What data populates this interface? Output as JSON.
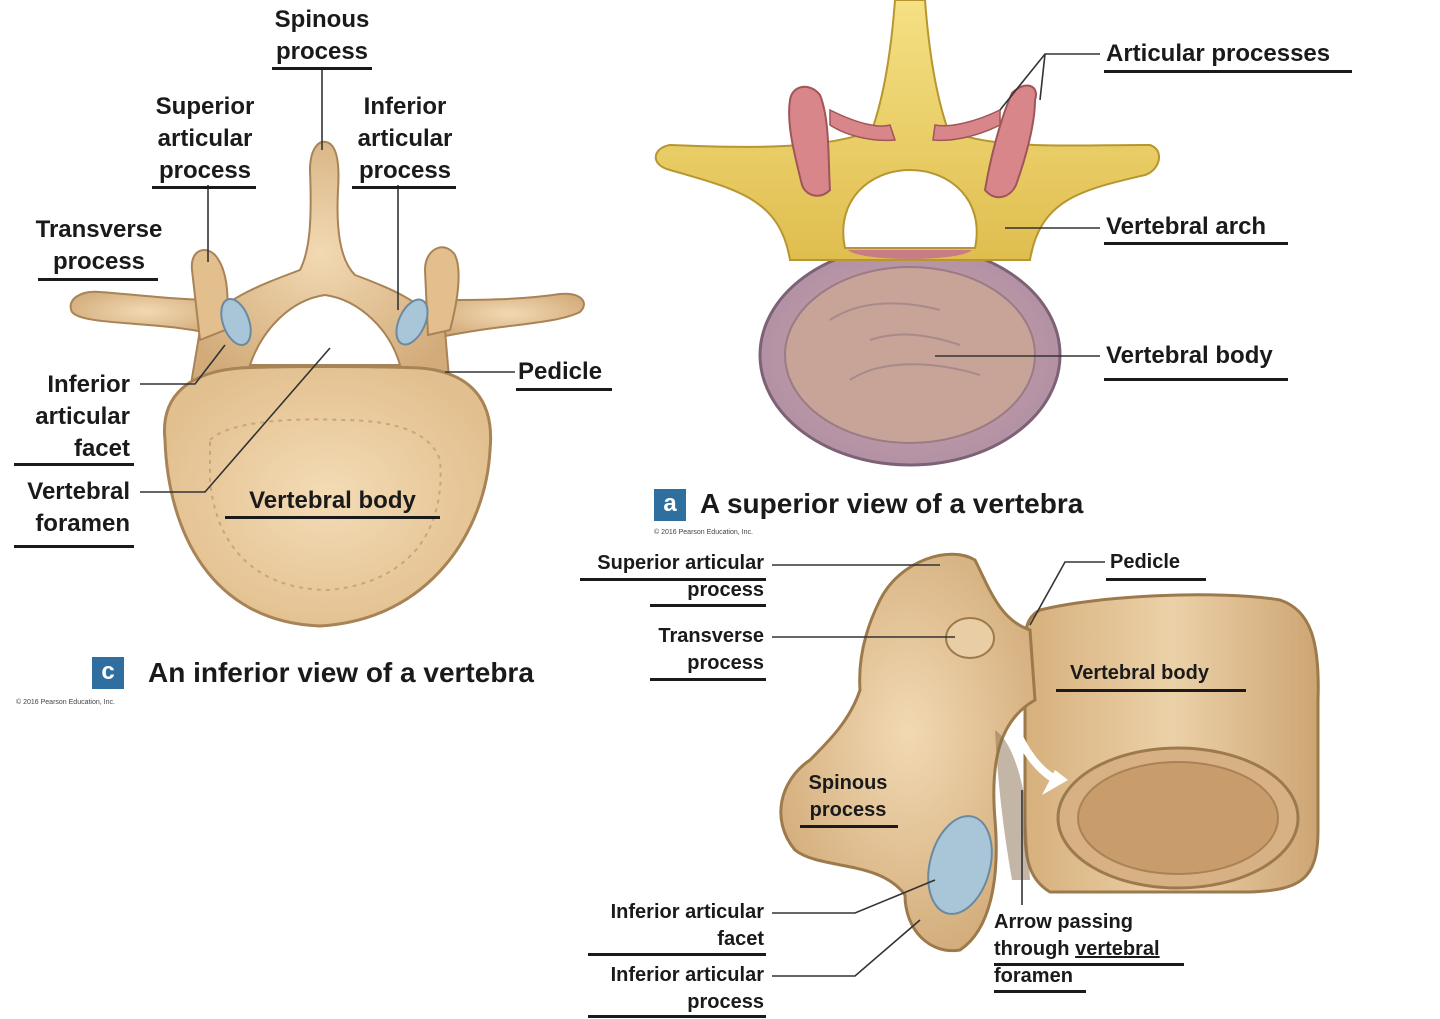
{
  "views": {
    "inferior": {
      "letter": "c",
      "caption": "An inferior view of a vertebra",
      "copyright": "© 2016 Pearson Education, Inc.",
      "labels": {
        "spinous_1": "Spinous",
        "spinous_2": "process",
        "sup_art_1": "Superior",
        "sup_art_2": "articular",
        "sup_art_3": "process",
        "inf_art_1": "Inferior",
        "inf_art_2": "articular",
        "inf_art_3": "process",
        "transverse_1": "Transverse",
        "transverse_2": "process",
        "inf_facet_1": "Inferior",
        "inf_facet_2": "articular",
        "inf_facet_3": "facet",
        "foramen_1": "Vertebral",
        "foramen_2": "foramen",
        "pedicle": "Pedicle",
        "body": "Vertebral body"
      }
    },
    "superior": {
      "letter": "a",
      "caption": "A superior view of a vertebra",
      "copyright": "© 2016 Pearson Education, Inc.",
      "labels": {
        "articular": "Articular processes",
        "arch": "Vertebral arch",
        "body": "Vertebral body"
      }
    },
    "lateral": {
      "labels": {
        "sup_art_1": "Superior articular",
        "sup_art_2": "process",
        "transverse_1": "Transverse",
        "transverse_2": "process",
        "pedicle": "Pedicle",
        "body": "Vertebral body",
        "spinous_1": "Spinous",
        "spinous_2": "process",
        "inf_facet_1": "Inferior articular",
        "inf_facet_2": "facet",
        "inf_proc_1": "Inferior articular",
        "inf_proc_2": "process",
        "arrow_1": "Arrow passing",
        "arrow_2a": "through ",
        "arrow_2b": "vertebral",
        "arrow_3": "foramen"
      }
    }
  },
  "colors": {
    "bone": "#e8c79c",
    "bone_dark": "#b9925f",
    "arch_yellow": "#eed36a",
    "facet_blue": "#a9c6d9",
    "articular_pink": "#d9868a",
    "disc_purple": "#b592ad",
    "badge_blue": "#2f6f9f"
  }
}
